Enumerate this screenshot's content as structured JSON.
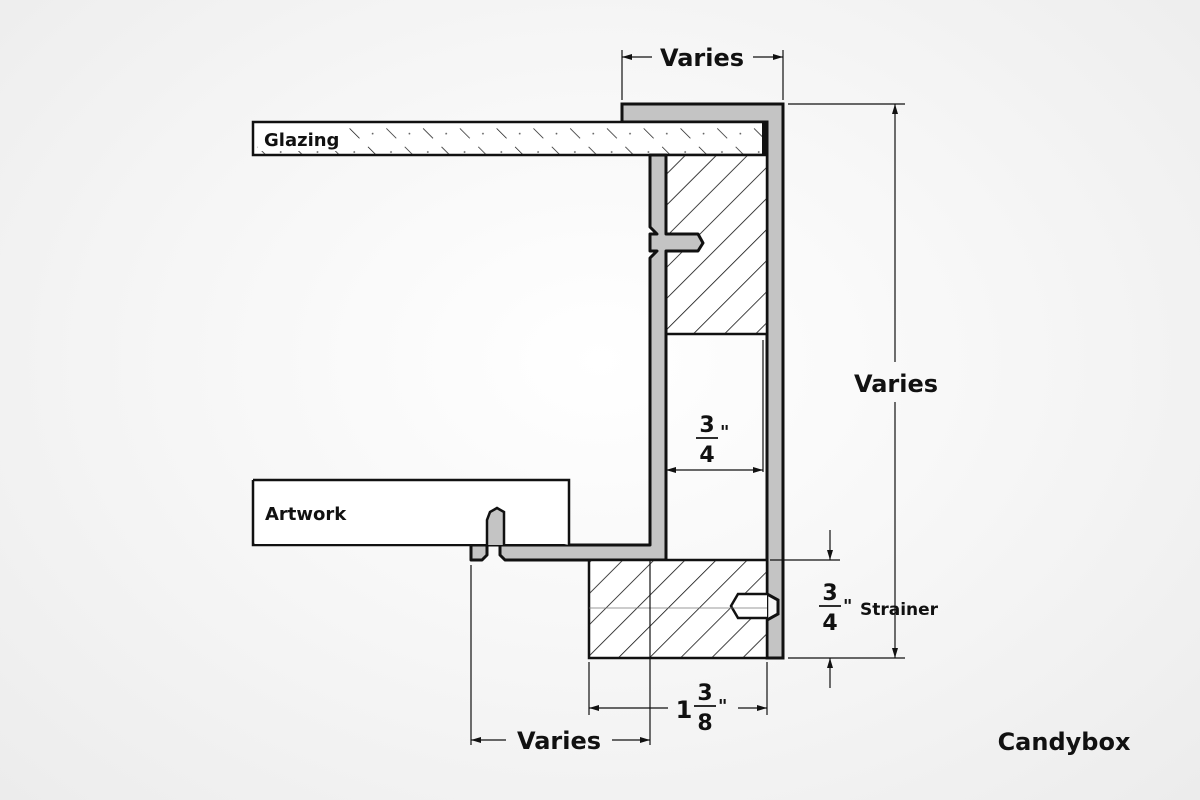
{
  "diagram": {
    "title": "Candybox",
    "brand": "Candybox",
    "labels": {
      "glazing": "Glazing",
      "artwork": "Artwork"
    },
    "dimensions": {
      "top_width": "Varies",
      "overall_height": "Varies",
      "bottom_offset": "Varies",
      "spacer_gap": {
        "numerator": "3",
        "denominator": "4",
        "unit": "\""
      },
      "strainer_height": {
        "numerator": "3",
        "denominator": "4",
        "unit": "\"",
        "note": "Strainer"
      },
      "strainer_width": {
        "whole": "1",
        "numerator": "3",
        "denominator": "8",
        "unit": "\""
      }
    },
    "colors": {
      "frame_fill": "#c4c4c4",
      "outline": "#111111",
      "hatch": "#111111"
    }
  }
}
